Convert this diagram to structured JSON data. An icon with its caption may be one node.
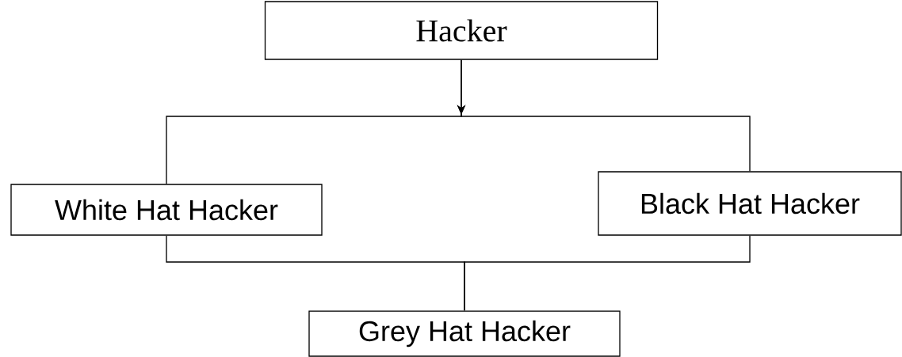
{
  "diagram": {
    "nodes": [
      {
        "text": [
          "Hacker"
        ]
      },
      {
        "text": [
          "White Hat Hacker"
        ]
      },
      {
        "text": [
          "Black Hat Hacker"
        ]
      },
      {
        "text": [
          "Grey Hat Hacker"
        ]
      }
    ],
    "edges": [
      {
        "from": 0,
        "to": 1,
        "arrow": "to"
      },
      {
        "from": 0,
        "to": 2,
        "arrow": "to"
      },
      {
        "from": 1,
        "to": 3,
        "arrow": "none"
      },
      {
        "from": 2,
        "to": 3,
        "arrow": "none"
      }
    ]
  }
}
